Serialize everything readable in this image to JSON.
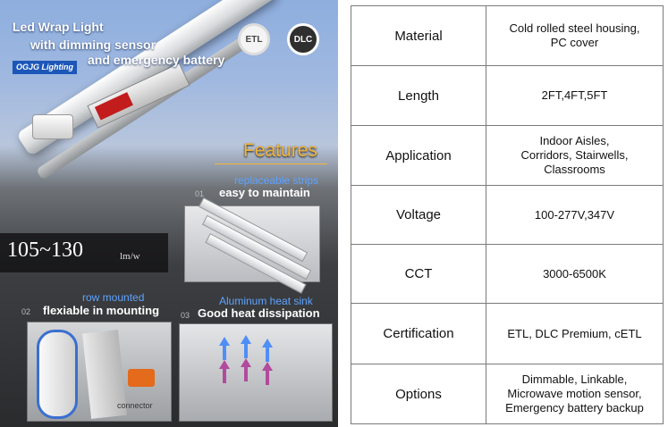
{
  "promo": {
    "title_line1": "Led Wrap Light",
    "title_line2": "with dimming sensor",
    "title_line3": "and emergency battery",
    "brand": "OGJG Lighting",
    "cert_badges": [
      "ETL",
      "DLC"
    ],
    "features_heading": "Features",
    "lumens": {
      "value": "105~130",
      "unit": "lm/w"
    },
    "feature1": {
      "number": "01",
      "subtitle": "replaceable strips",
      "title": "easy to maintain"
    },
    "feature2": {
      "number": "02",
      "subtitle": "row mounted",
      "title": "flexiable in mounting",
      "photo_label": "connector"
    },
    "feature3": {
      "number": "03",
      "subtitle": "Aluminum heat sink",
      "title": "Good heat dissipation"
    },
    "colors": {
      "accent_blue": "#5ea3ff",
      "features_gold": "#f2b53a",
      "brand_blue": "#1c57b8"
    }
  },
  "spec_table": [
    {
      "label": "Material",
      "value": "Cold rolled steel housing,\nPC cover"
    },
    {
      "label": "Length",
      "value": "2FT,4FT,5FT"
    },
    {
      "label": "Application",
      "value": "Indoor Aisles,\nCorridors, Stairwells,\nClassrooms"
    },
    {
      "label": "Voltage",
      "value": "100-277V,347V"
    },
    {
      "label": "CCT",
      "value": "3000-6500K"
    },
    {
      "label": "Certification",
      "value": "ETL, DLC Premium, cETL"
    },
    {
      "label": "Options",
      "value": "Dimmable, Linkable,\nMicrowave motion sensor,\nEmergency battery backup"
    }
  ]
}
